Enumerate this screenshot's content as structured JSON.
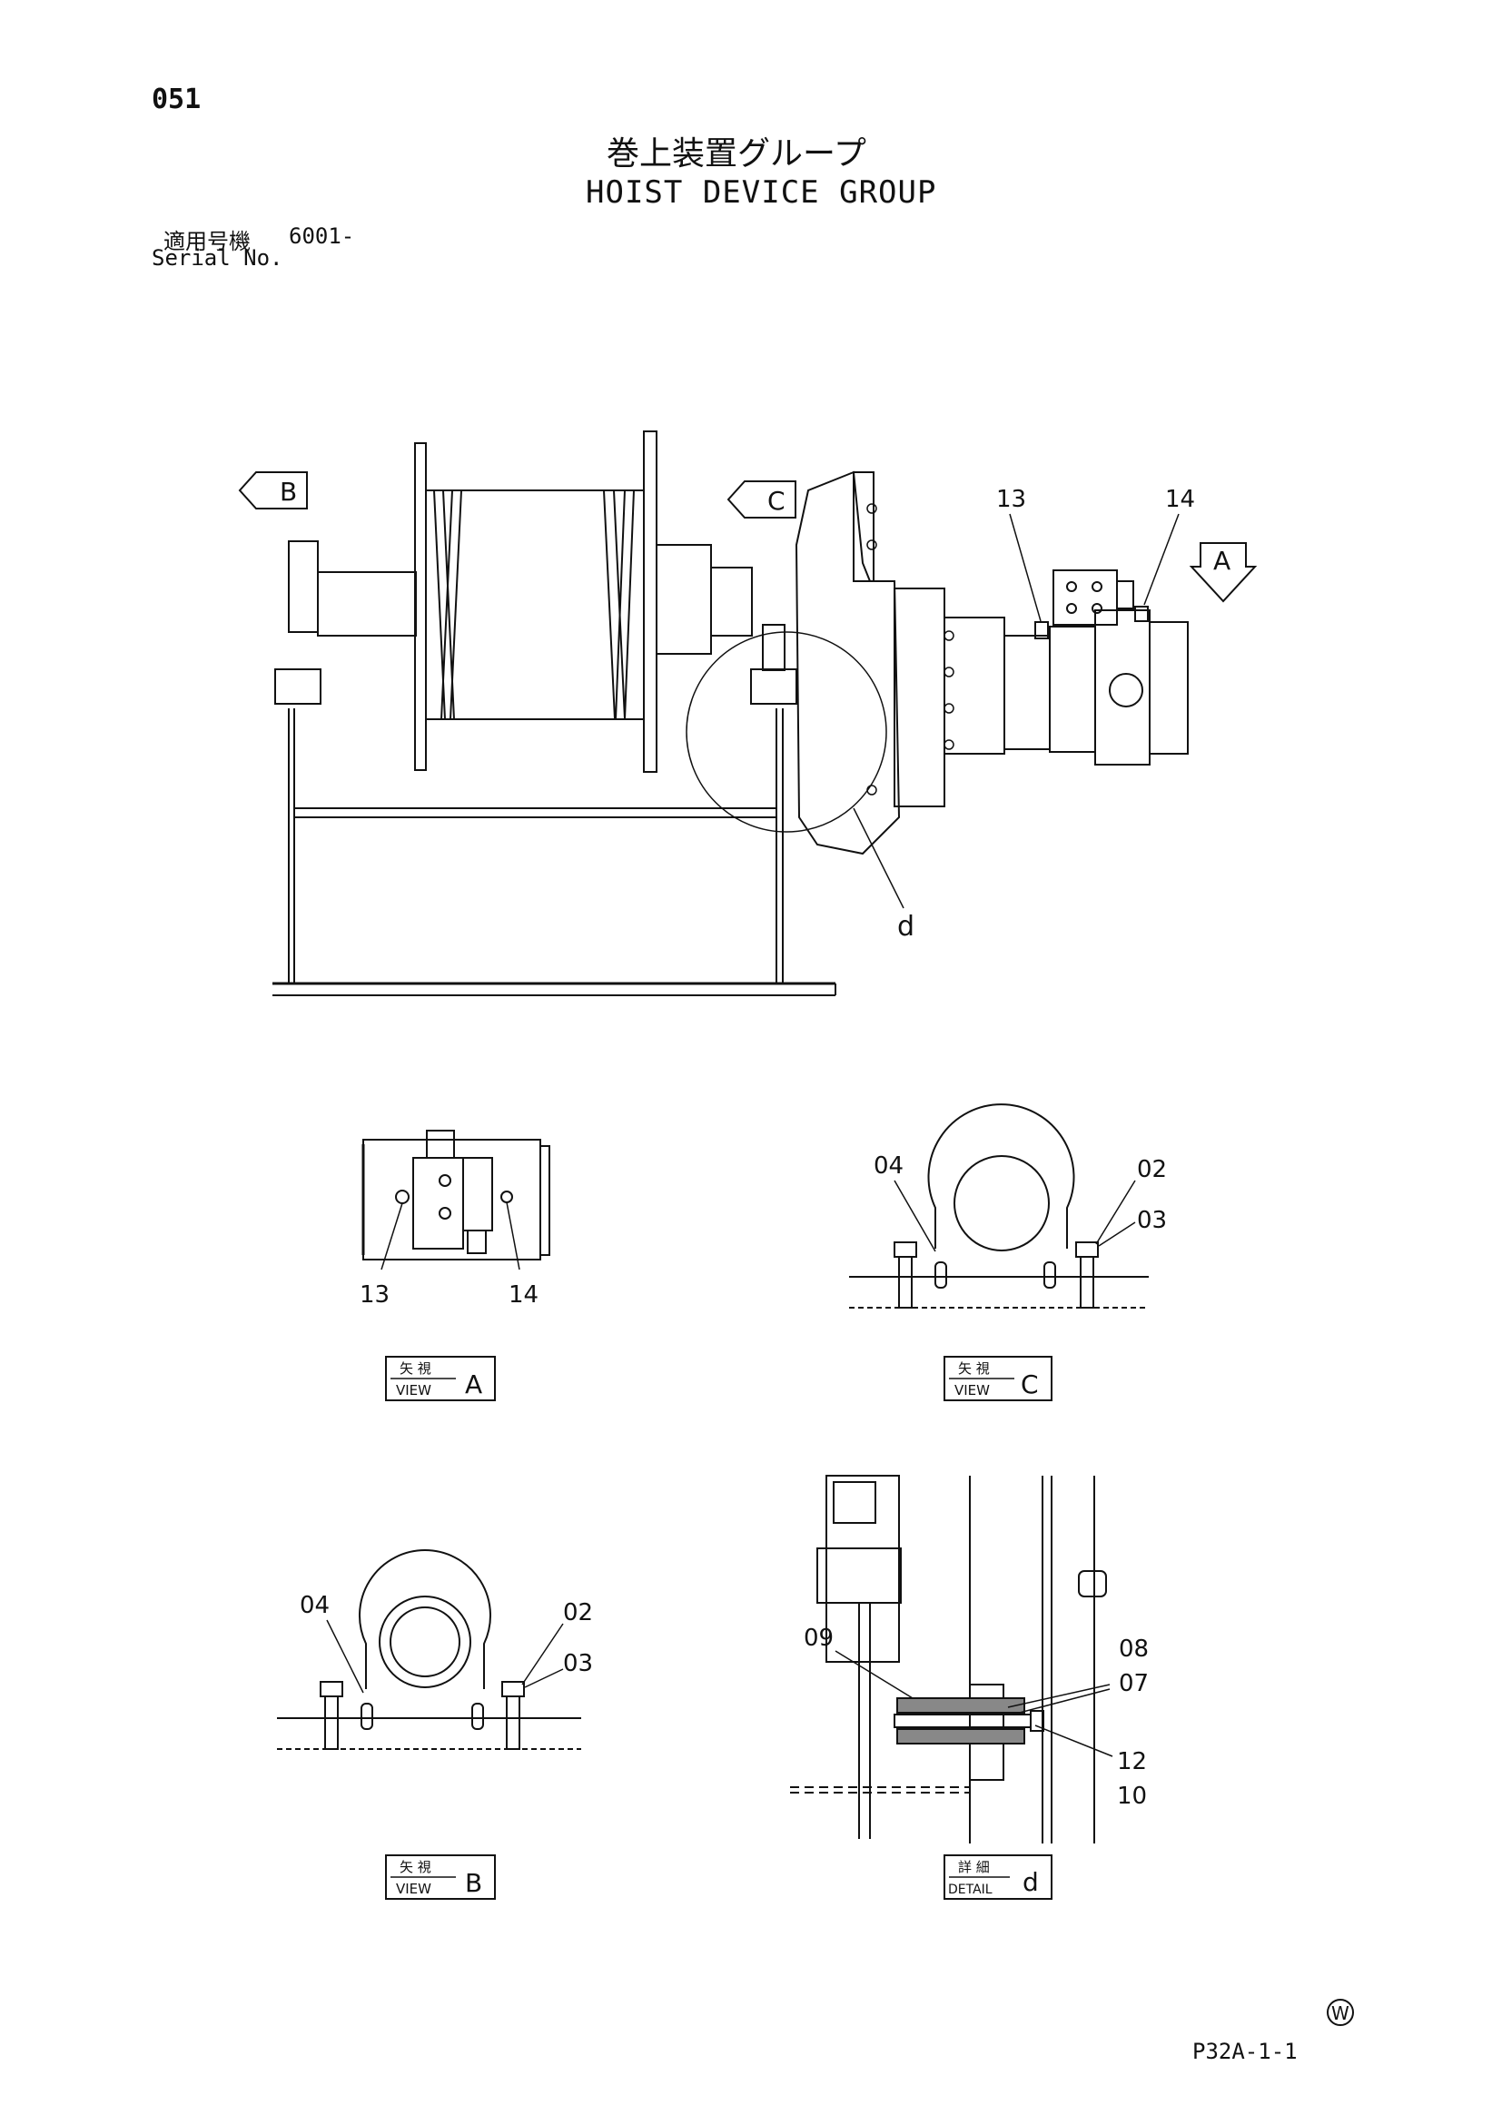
{
  "header": {
    "page_number": "051",
    "title_jp": "巻上装置グループ",
    "title_en": "HOIST DEVICE GROUP",
    "serial_label_jp": "適用号機",
    "serial_value": "6001-",
    "serial_label_en": "Serial No."
  },
  "main_view": {
    "view_arrow_b": "B",
    "view_arrow_c": "C",
    "view_arrow_a": "A",
    "callout_13": "13",
    "callout_14": "14",
    "detail_marker": "d"
  },
  "views": {
    "view_a": {
      "callouts": [
        "13",
        "14"
      ],
      "caption_jp": "矢 視",
      "caption_en": "VIEW",
      "letter": "A"
    },
    "view_c": {
      "callouts": [
        "04",
        "02",
        "03"
      ],
      "caption_jp": "矢 視",
      "caption_en": "VIEW",
      "letter": "C"
    },
    "view_b": {
      "callouts": [
        "04",
        "02",
        "03"
      ],
      "caption_jp": "矢 視",
      "caption_en": "VIEW",
      "letter": "B"
    },
    "detail_d": {
      "callouts": [
        "09",
        "08",
        "07",
        "12",
        "10"
      ],
      "caption_jp": "詳 細",
      "caption_en": "DETAIL",
      "letter": "d"
    }
  },
  "footer": {
    "w_mark": "W",
    "page_code": "P32A-1-1"
  }
}
